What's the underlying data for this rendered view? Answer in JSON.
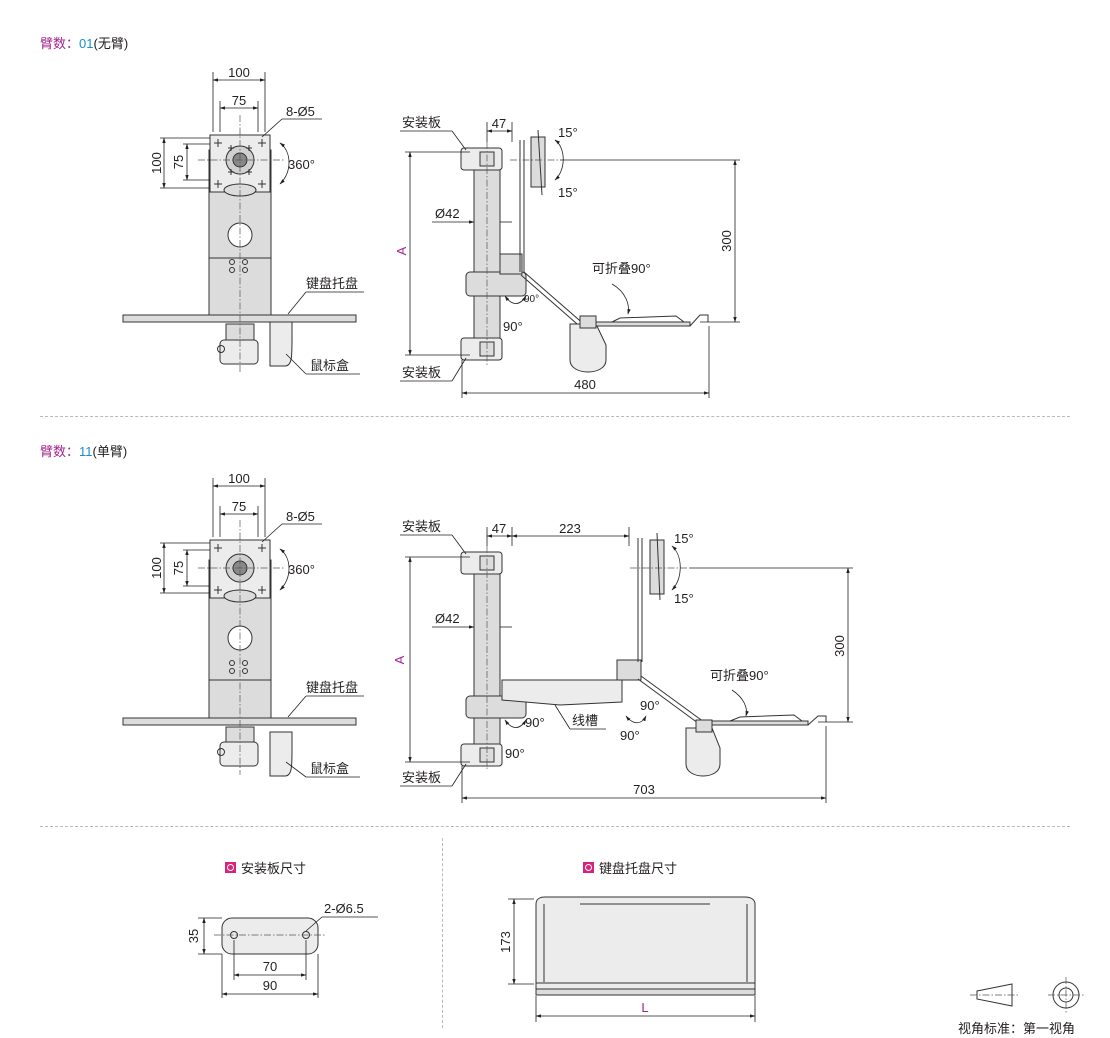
{
  "sections": [
    {
      "prefix": "臂数：",
      "code": "01",
      "desc": "(无臂)"
    },
    {
      "prefix": "臂数：",
      "code": "11",
      "desc": "(单臂)"
    }
  ],
  "front_view": {
    "dim_100": "100",
    "dim_75": "75",
    "holes": "8-Ø5",
    "rotation": "360°",
    "keyboard_tray": "键盘托盘",
    "mouse_box": "鼠标盒"
  },
  "side_view": {
    "mount_plate": "安装板",
    "dim_47": "47",
    "dim_223": "223",
    "tilt": "15°",
    "diameter": "Ø42",
    "height_var": "A",
    "height_300": "300",
    "fold": "可折叠90°",
    "angle_90": "90°",
    "cable_slot": "线槽",
    "width_01": "480",
    "width_11": "703"
  },
  "plate_size": {
    "title": "安装板尺寸",
    "holes": "2-Ø6.5",
    "height": "35",
    "pitch": "70",
    "width": "90"
  },
  "tray_size": {
    "title": "键盘托盘尺寸",
    "depth": "173",
    "length": "L"
  },
  "view_standard": "视角标准：第一视角",
  "colors": {
    "accent": "#a3238e",
    "code": "#1a8fd0",
    "marker": "#d9237a"
  }
}
